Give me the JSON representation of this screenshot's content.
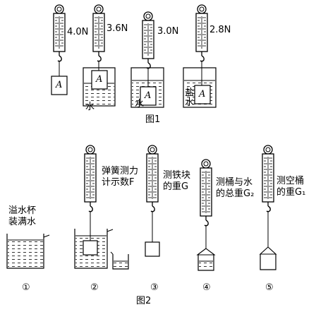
{
  "figure1": {
    "caption": "图1",
    "readings": [
      "4.0N",
      "3.6N",
      "3.0N",
      "2.8N"
    ],
    "block_label": "A",
    "liquid_labels": [
      "水",
      "水",
      "盐水"
    ]
  },
  "figure2": {
    "caption": "图2",
    "overflow_cup_label": [
      "溢水杯",
      "装满水"
    ],
    "step2_label": [
      "弹簧测力",
      "计示数F"
    ],
    "step3_label": [
      "测铁块",
      "的重G"
    ],
    "step4_label": [
      "测桶与水",
      "的总重G₂"
    ],
    "step5_label": [
      "测空桶",
      "的重G₁"
    ],
    "step_numbers": [
      "①",
      "②",
      "③",
      "④",
      "⑤"
    ]
  }
}
